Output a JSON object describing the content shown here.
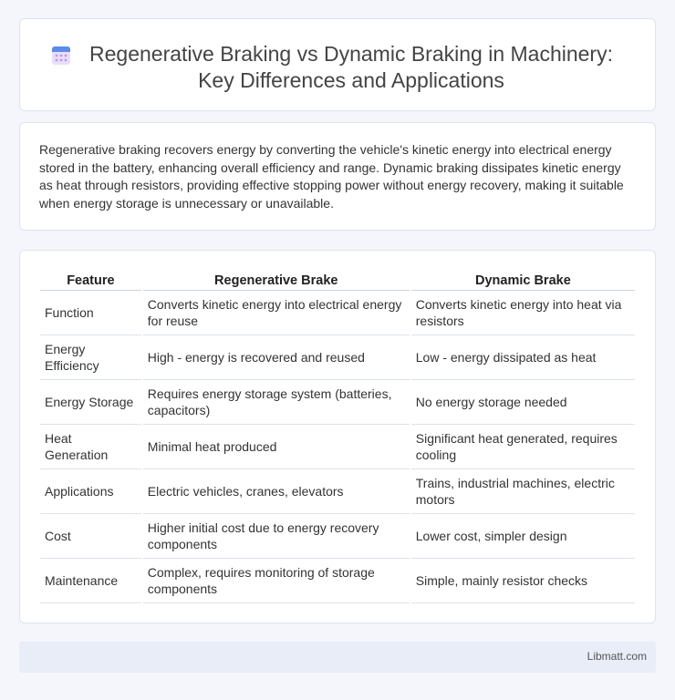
{
  "header": {
    "icon": "calendar-icon",
    "title": "Regenerative Braking vs Dynamic Braking in Machinery: Key Differences and Applications"
  },
  "summary": {
    "text": "Regenerative braking recovers energy by converting the vehicle's kinetic energy into electrical energy stored in the battery, enhancing overall efficiency and range. Dynamic braking dissipates kinetic energy as heat through resistors, providing effective stopping power without energy recovery, making it suitable when energy storage is unnecessary or unavailable."
  },
  "table": {
    "headers": [
      "Feature",
      "Regenerative Brake",
      "Dynamic Brake"
    ],
    "rows": [
      [
        "Function",
        "Converts kinetic energy into electrical energy for reuse",
        "Converts kinetic energy into heat via resistors"
      ],
      [
        "Energy Efficiency",
        "High - energy is recovered and reused",
        "Low - energy dissipated as heat"
      ],
      [
        "Energy Storage",
        "Requires energy storage system (batteries, capacitors)",
        "No energy storage needed"
      ],
      [
        "Heat Generation",
        "Minimal heat produced",
        "Significant heat generated, requires cooling"
      ],
      [
        "Applications",
        "Electric vehicles, cranes, elevators",
        "Trains, industrial machines, electric motors"
      ],
      [
        "Cost",
        "Higher initial cost due to energy recovery components",
        "Lower cost, simpler design"
      ],
      [
        "Maintenance",
        "Complex, requires monitoring of storage components",
        "Simple, mainly resistor checks"
      ]
    ]
  },
  "footer": {
    "brand": "Libmatt.com"
  }
}
